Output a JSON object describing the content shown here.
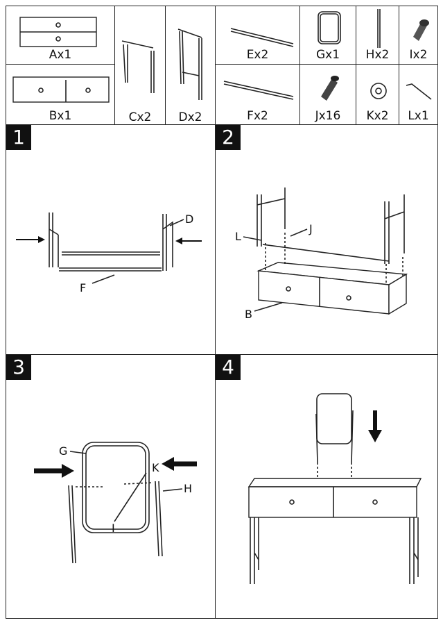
{
  "parts": [
    {
      "id": "A",
      "label": "Ax1"
    },
    {
      "id": "B",
      "label": "Bx1"
    },
    {
      "id": "C",
      "label": "Cx2"
    },
    {
      "id": "D",
      "label": "Dx2"
    },
    {
      "id": "E",
      "label": "Ex2"
    },
    {
      "id": "F",
      "label": "Fx2"
    },
    {
      "id": "G",
      "label": "Gx1"
    },
    {
      "id": "H",
      "label": "Hx2"
    },
    {
      "id": "I",
      "label": "Ix2"
    },
    {
      "id": "J",
      "label": "Jx16"
    },
    {
      "id": "K",
      "label": "Kx2"
    },
    {
      "id": "L",
      "label": "Lx1"
    }
  ],
  "steps": [
    {
      "number": "1",
      "callouts": [
        "D",
        "F"
      ]
    },
    {
      "number": "2",
      "callouts": [
        "L",
        "J",
        "B"
      ]
    },
    {
      "number": "3",
      "callouts": [
        "G",
        "K",
        "I",
        "H"
      ]
    },
    {
      "number": "4",
      "callouts": []
    }
  ]
}
